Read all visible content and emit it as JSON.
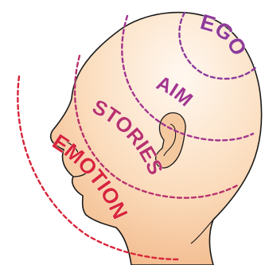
{
  "diagram": {
    "labels": {
      "ego": "EGO",
      "aim": "AIM",
      "stories": "STORIES",
      "emotion": "EMOTION"
    },
    "colors": {
      "ego": "#8e3a9a",
      "aim": "#a3358f",
      "stories": "#b8326e",
      "emotion": "#d8243a",
      "skin_light": "#fff6ec",
      "skin_dark": "#f2b98a",
      "outline": "#1a1a1a"
    },
    "icons": [
      "head-silhouette-icon",
      "ear-icon",
      "nose-icon"
    ]
  }
}
